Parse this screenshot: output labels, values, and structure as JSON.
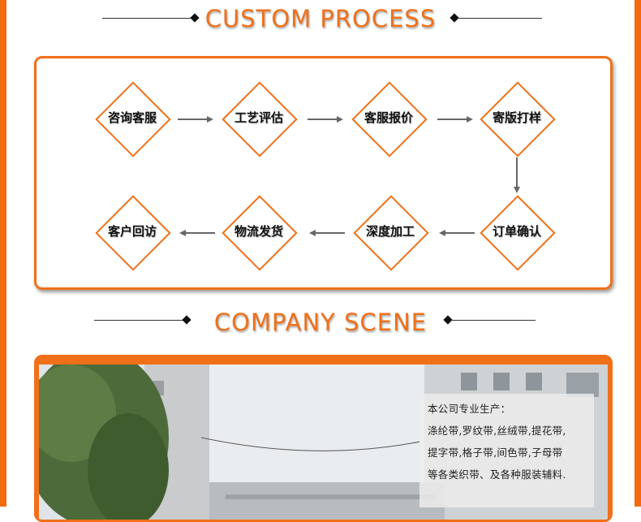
{
  "headings": {
    "process": "CUSTOM PROCESS",
    "scene": "COMPANY SCENE"
  },
  "steps": [
    {
      "label": "咨询客服"
    },
    {
      "label": "工艺评估"
    },
    {
      "label": "客服报价"
    },
    {
      "label": "寄版打样"
    },
    {
      "label": "订单确认"
    },
    {
      "label": "深度加工"
    },
    {
      "label": "物流发货"
    },
    {
      "label": "客户回访"
    }
  ],
  "scene_caption": {
    "line1": "本公司专业生产：",
    "line2": "涤纶带,罗纹带,丝绒带,提花带,",
    "line3": "提字带,格子带,间色带,子母带",
    "line4": "等各类织带、及各种服装辅料."
  },
  "colors": {
    "accent": "#f07019",
    "side_bar": "#f26b0f"
  }
}
